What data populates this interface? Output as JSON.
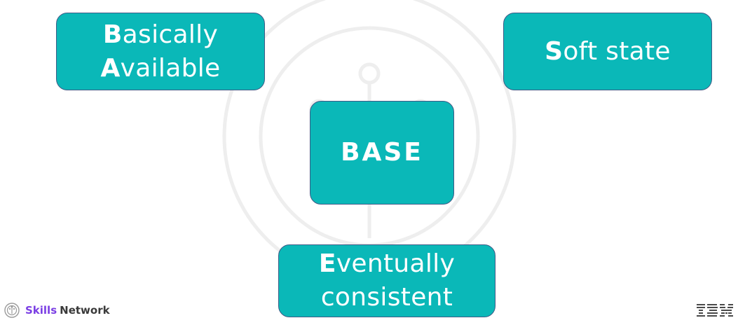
{
  "diagram": {
    "center": {
      "label": "BASE"
    },
    "boxes": {
      "basically_available": {
        "line1_initial": "B",
        "line1_rest": "asically",
        "line2_initial": "A",
        "line2_rest": "vailable"
      },
      "soft_state": {
        "initial": "S",
        "rest": "oft state"
      },
      "eventually_consistent": {
        "line1_initial": "E",
        "line1_rest": "ventually",
        "line2": "consistent"
      }
    },
    "colors": {
      "box_fill": "#0ab8b8",
      "box_border": "#3f5b86",
      "text": "#ffffff"
    }
  },
  "footer": {
    "skills": "Skills",
    "network": "Network",
    "brand_icon": "skills-network-logo-icon",
    "ibm_logo": "ibm-logo",
    "colors": {
      "skills": "#7b3fe4",
      "network": "#3a3a3a"
    }
  }
}
